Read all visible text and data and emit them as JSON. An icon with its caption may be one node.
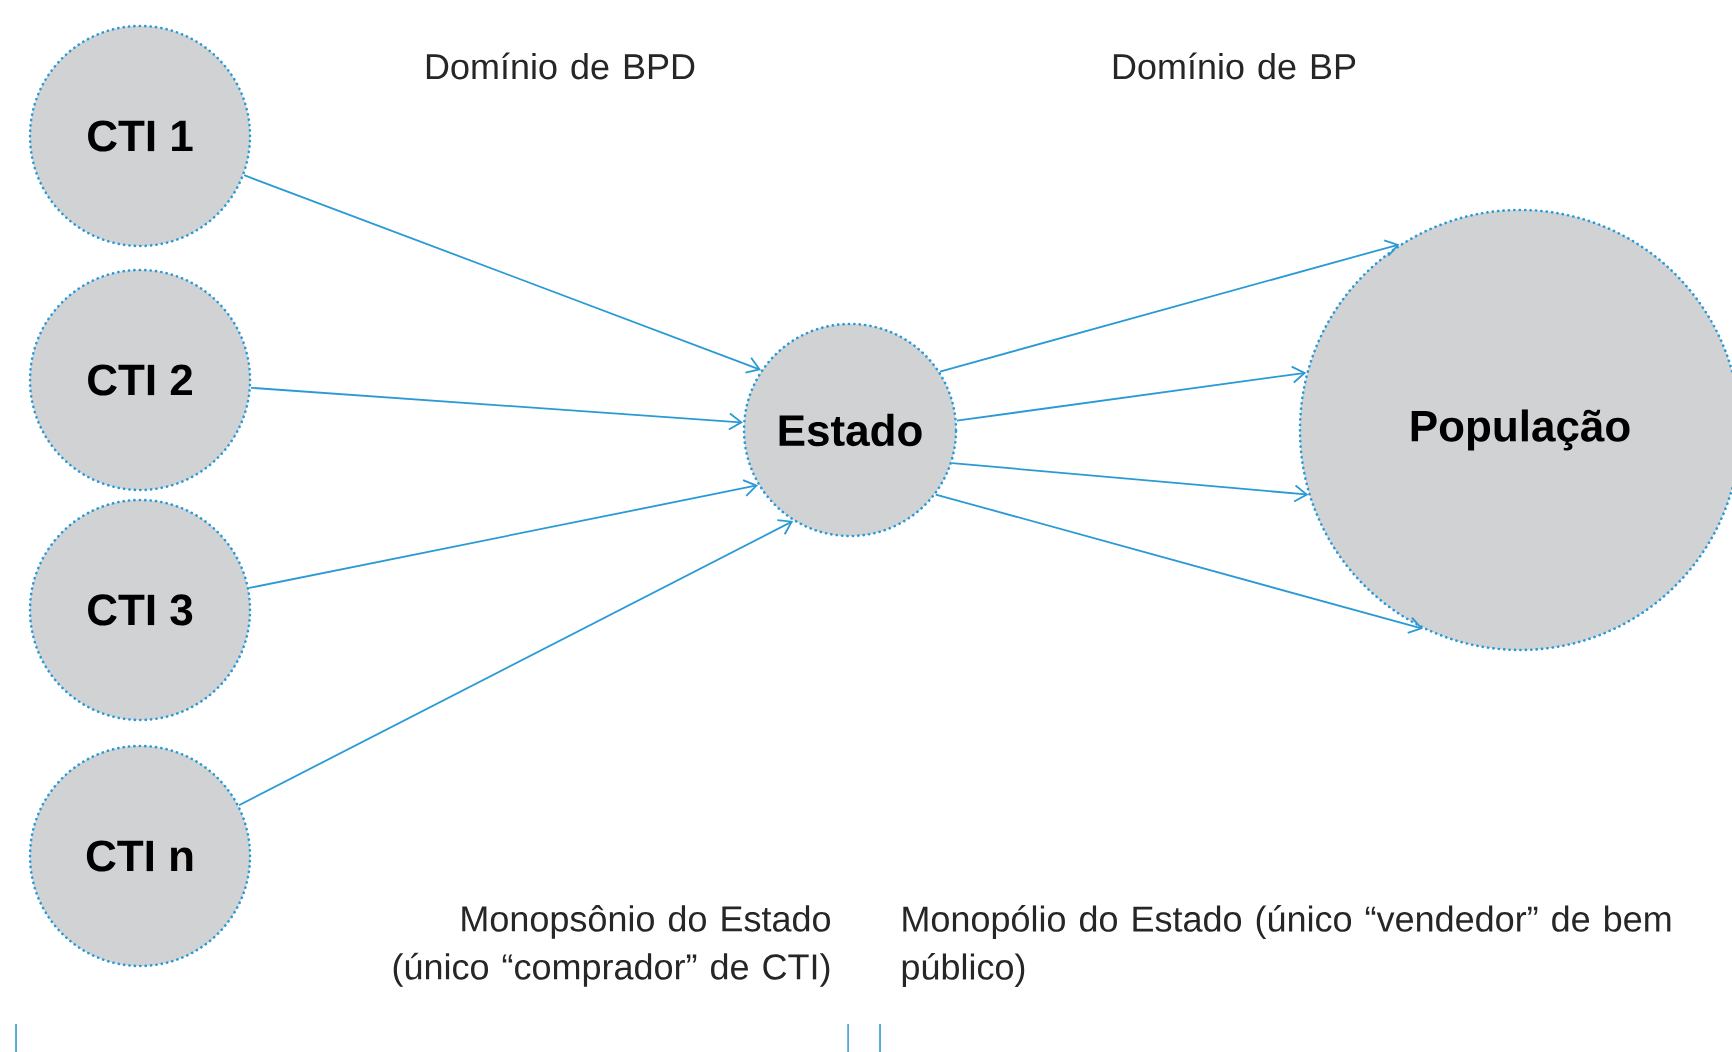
{
  "diagram": {
    "nodes": [
      {
        "text": [
          "CTI 1"
        ]
      },
      {
        "text": [
          "CTI 2"
        ]
      },
      {
        "text": [
          "CTI 3"
        ]
      },
      {
        "text": [
          "CTI n"
        ]
      },
      {
        "text": [
          "Estado"
        ]
      },
      {
        "text": [
          "População"
        ]
      }
    ],
    "edges": [
      {
        "from": 0,
        "to": 4,
        "arrow": "to"
      },
      {
        "from": 1,
        "to": 4,
        "arrow": "to"
      },
      {
        "from": 2,
        "to": 4,
        "arrow": "to"
      },
      {
        "from": 3,
        "to": 4,
        "arrow": "to"
      },
      {
        "from": 4,
        "to": 5,
        "arrow": "to"
      },
      {
        "from": 4,
        "to": 5,
        "arrow": "to"
      },
      {
        "from": 4,
        "to": 5,
        "arrow": "to"
      },
      {
        "from": 4,
        "to": 5,
        "arrow": "to"
      }
    ],
    "labels": [
      "Domínio de BPD",
      "Domínio de BP",
      "Monopsônio do Estado (único “comprador” de CTI)",
      "Monopólio do Estado (único “vendedor” de bem público)"
    ]
  }
}
